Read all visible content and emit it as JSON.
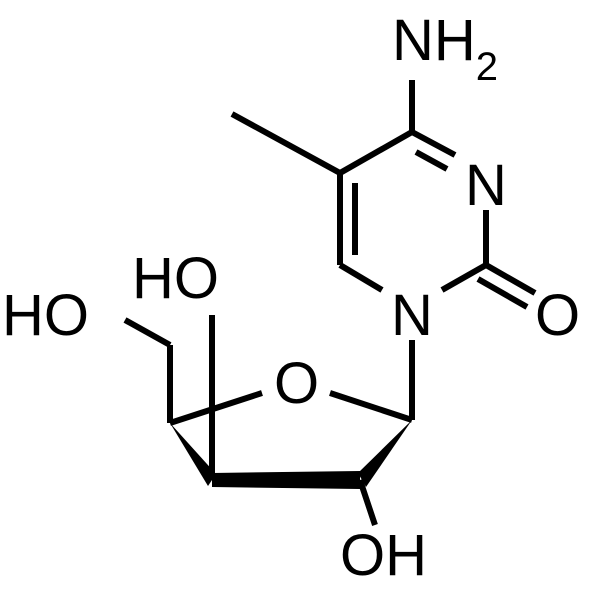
{
  "atoms": {
    "amine_n": "NH",
    "amine_sub": "2",
    "ring_n3": "N",
    "carbonyl_o": "O",
    "ring_n1": "N",
    "ring_oxygen": "O",
    "hydroxyl_upper": "HO",
    "hydroxymethyl": "HO",
    "hydroxyl_lower": "OH"
  },
  "colors": {
    "ink": "#000000",
    "background": "#ffffff"
  }
}
